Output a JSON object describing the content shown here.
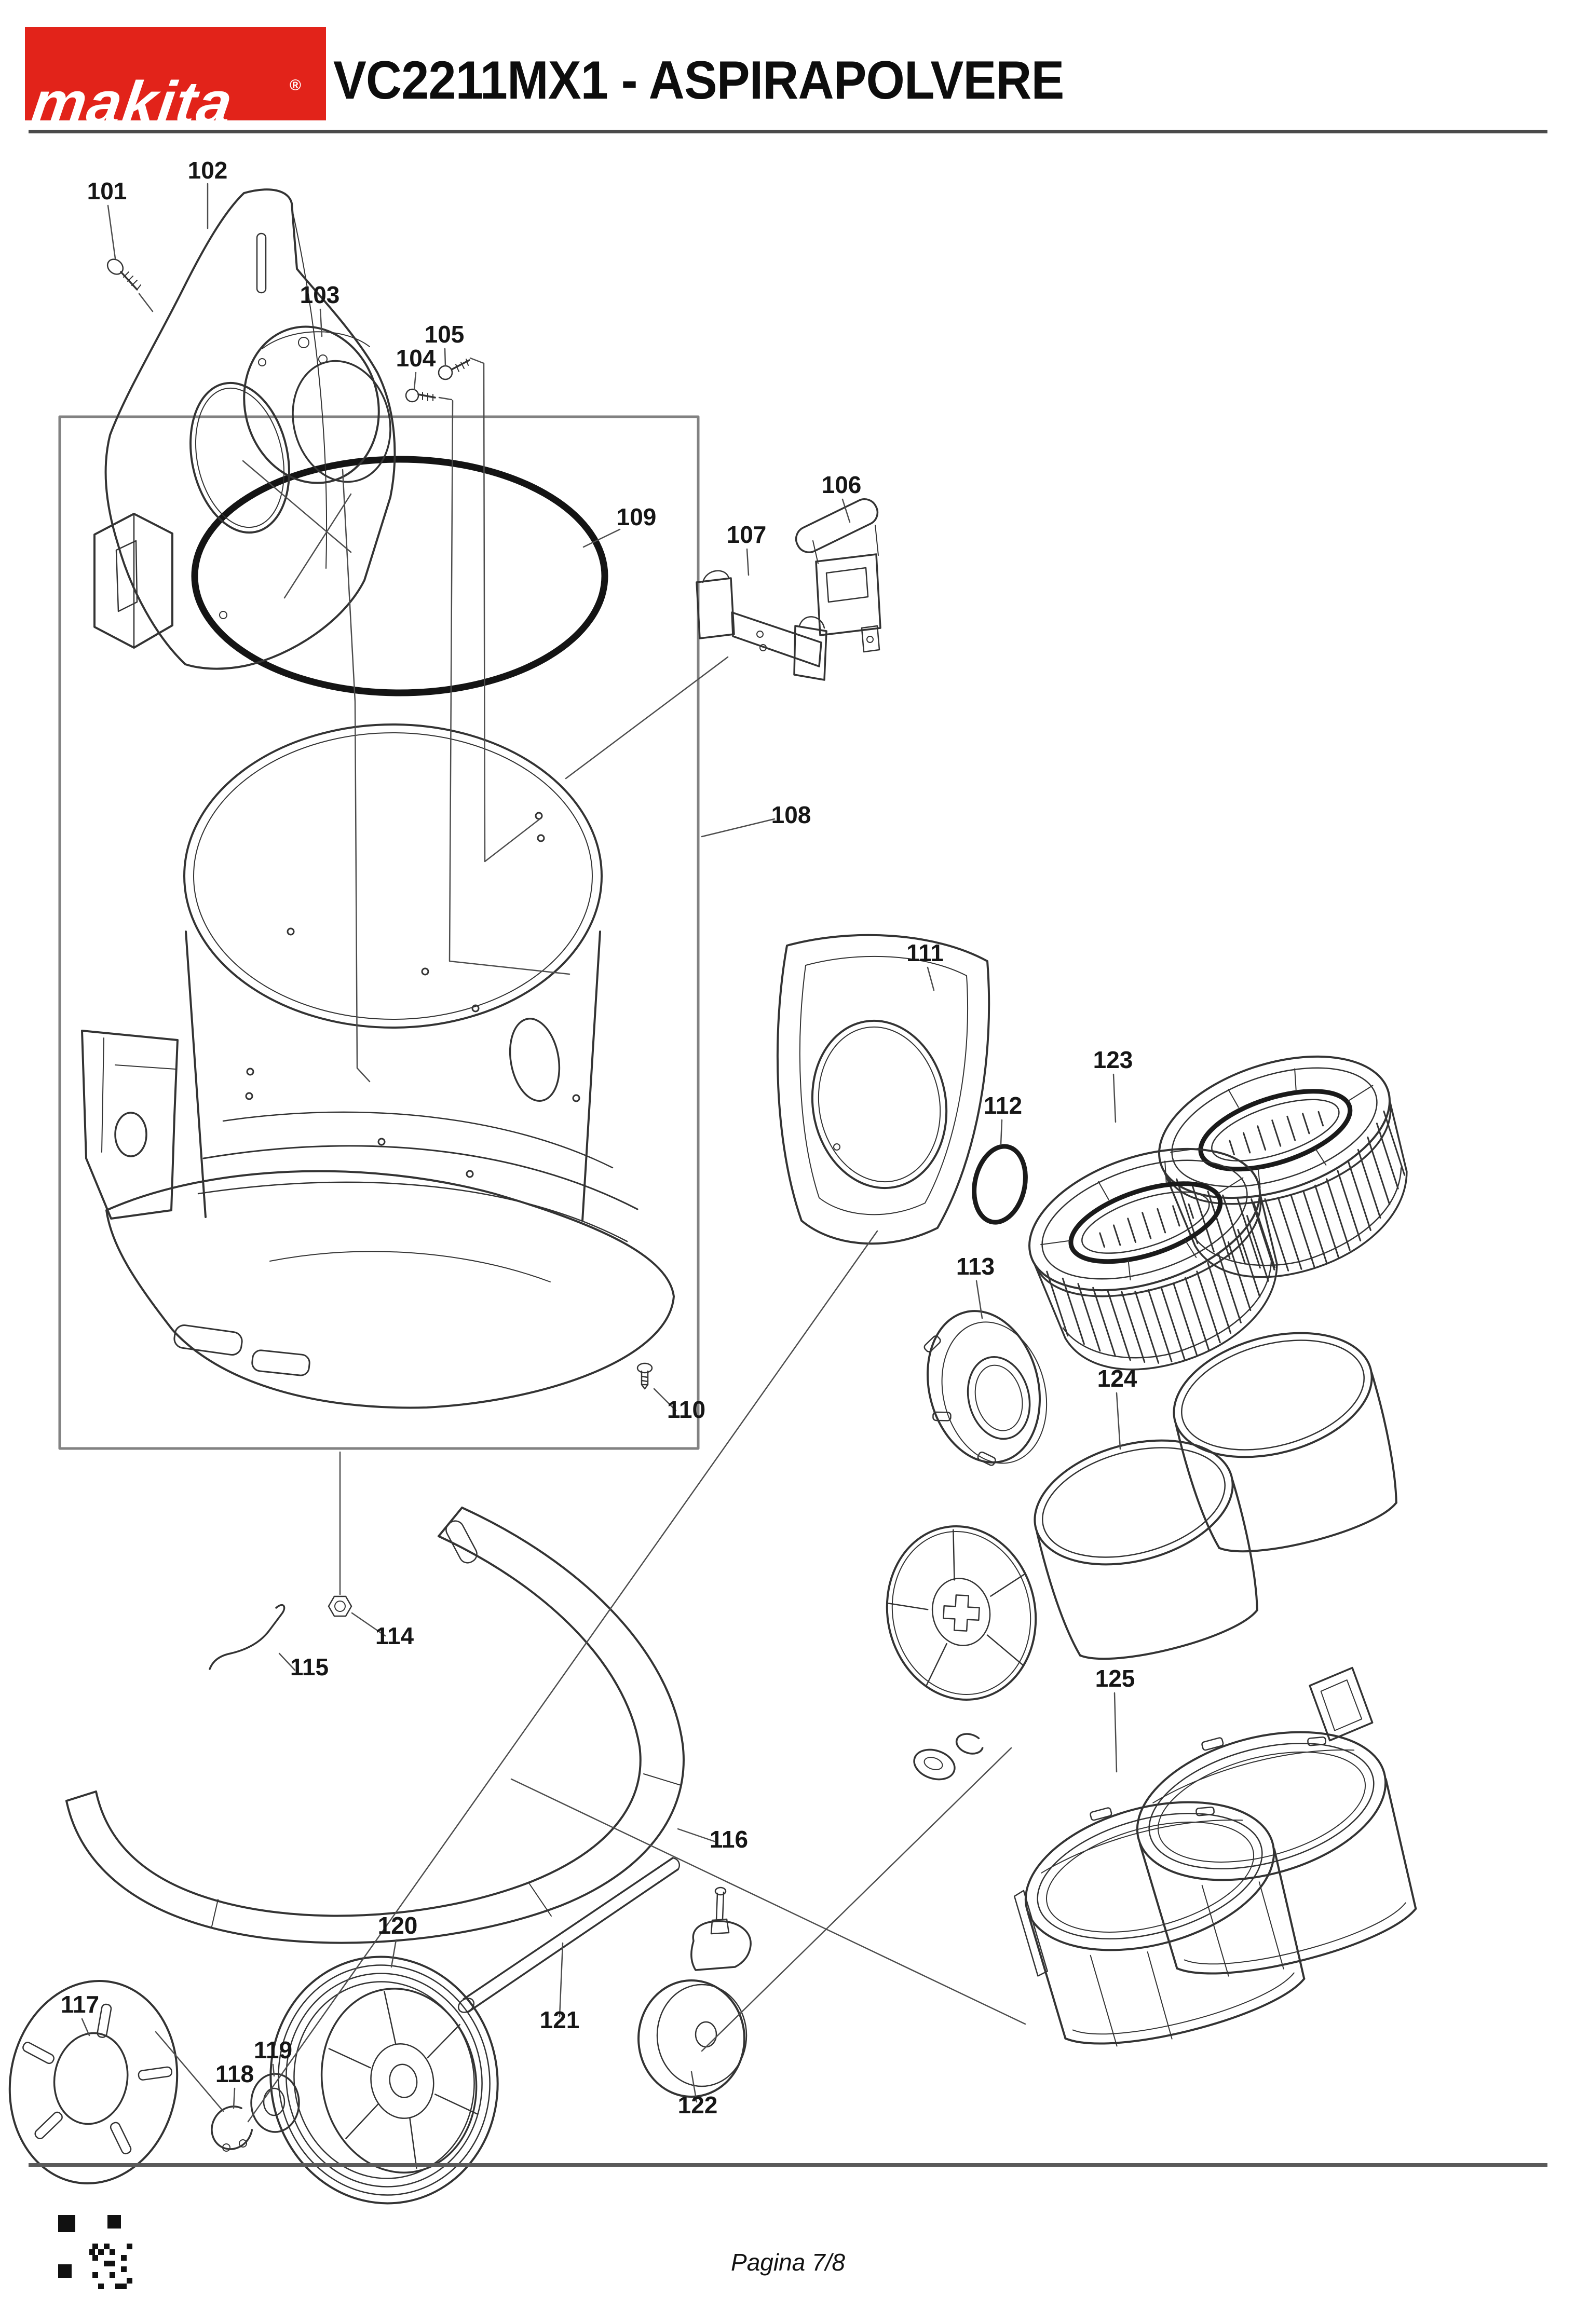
{
  "header": {
    "brand": "makita",
    "registered": "®",
    "title": "VC2211MX1 - ASPIRAPOLVERE"
  },
  "footer": {
    "page_label": "Pagina 7/8"
  },
  "colors": {
    "brand_red": "#e2231a",
    "line_ink": "#333333",
    "frame_gray": "#828282"
  },
  "icons": {
    "logo": "makita-logo",
    "qr": "qr-code-icon"
  },
  "diagram": {
    "description_parts_numbers_visible": true,
    "parts": [
      {
        "num": "101"
      },
      {
        "num": "102"
      },
      {
        "num": "103"
      },
      {
        "num": "104"
      },
      {
        "num": "105"
      },
      {
        "num": "106"
      },
      {
        "num": "107"
      },
      {
        "num": "108"
      },
      {
        "num": "109"
      },
      {
        "num": "110"
      },
      {
        "num": "111"
      },
      {
        "num": "112"
      },
      {
        "num": "113"
      },
      {
        "num": "114"
      },
      {
        "num": "115"
      },
      {
        "num": "116"
      },
      {
        "num": "117"
      },
      {
        "num": "118"
      },
      {
        "num": "119"
      },
      {
        "num": "120"
      },
      {
        "num": "121"
      },
      {
        "num": "122"
      },
      {
        "num": "123"
      },
      {
        "num": "124"
      },
      {
        "num": "125"
      }
    ]
  }
}
